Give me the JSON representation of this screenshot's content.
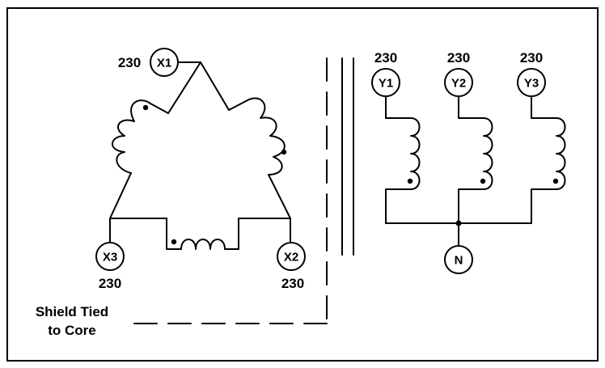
{
  "diagram": {
    "primary": {
      "x1": {
        "label": "X1",
        "voltage": "230"
      },
      "x2": {
        "label": "X2",
        "voltage": "230"
      },
      "x3": {
        "label": "X3",
        "voltage": "230"
      }
    },
    "secondary": {
      "y1": {
        "label": "Y1",
        "voltage": "230"
      },
      "y2": {
        "label": "Y2",
        "voltage": "230"
      },
      "y3": {
        "label": "Y3",
        "voltage": "230"
      },
      "neutral": {
        "label": "N"
      }
    },
    "shield_note": {
      "line1": "Shield Tied",
      "line2": "to Core"
    },
    "colors": {
      "line": "#000000",
      "background": "#ffffff"
    }
  }
}
